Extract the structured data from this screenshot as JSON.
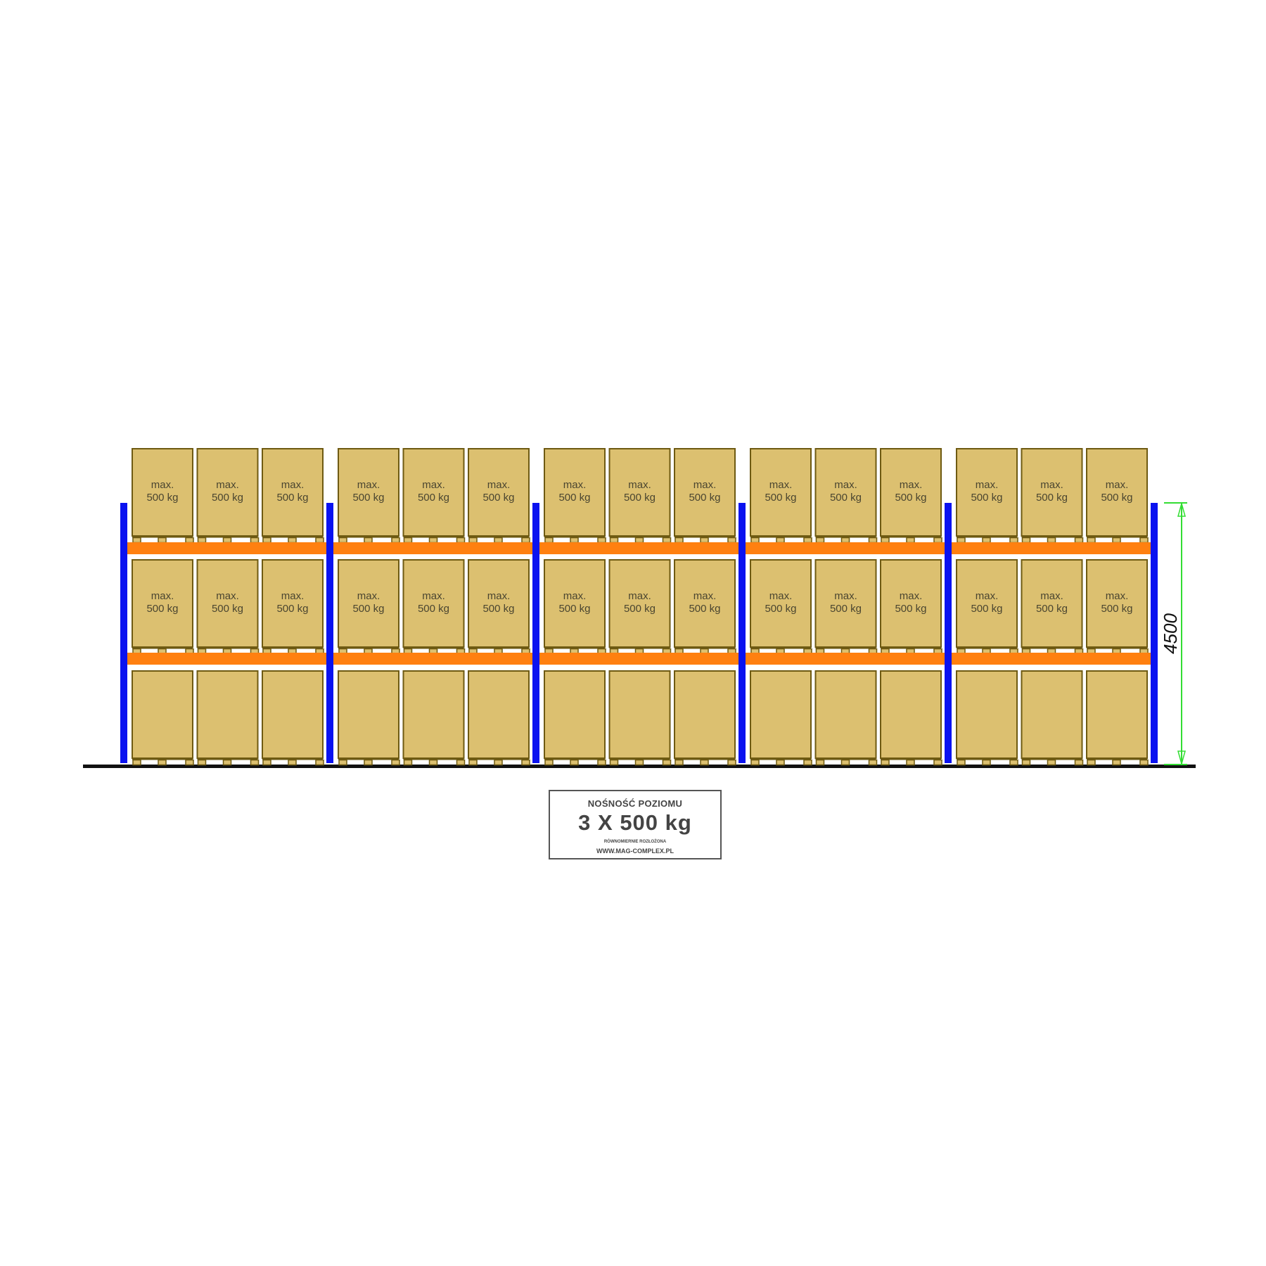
{
  "rack": {
    "bays": 5,
    "pallets_per_bay": 3,
    "levels": [
      {
        "name": "top",
        "box_text": [
          "max.",
          "500 kg"
        ]
      },
      {
        "name": "middle",
        "box_text": [
          "max.",
          "500 kg"
        ]
      },
      {
        "name": "floor",
        "box_text": []
      }
    ],
    "height_dimension": "4500"
  },
  "colors": {
    "upright": "#0a12f0",
    "beam": "#ff8010",
    "box_fill": "#dcc070",
    "box_stroke": "#6e5a12",
    "dimension": "#33dd33"
  },
  "label": {
    "title": "NOŚNOŚĆ POZIOMU",
    "capacity": "3 X 500 kg",
    "note": "RÓWNOMIERNIE ROZŁOŻONA",
    "website": "WWW.MAG-COMPLEX.PL"
  }
}
